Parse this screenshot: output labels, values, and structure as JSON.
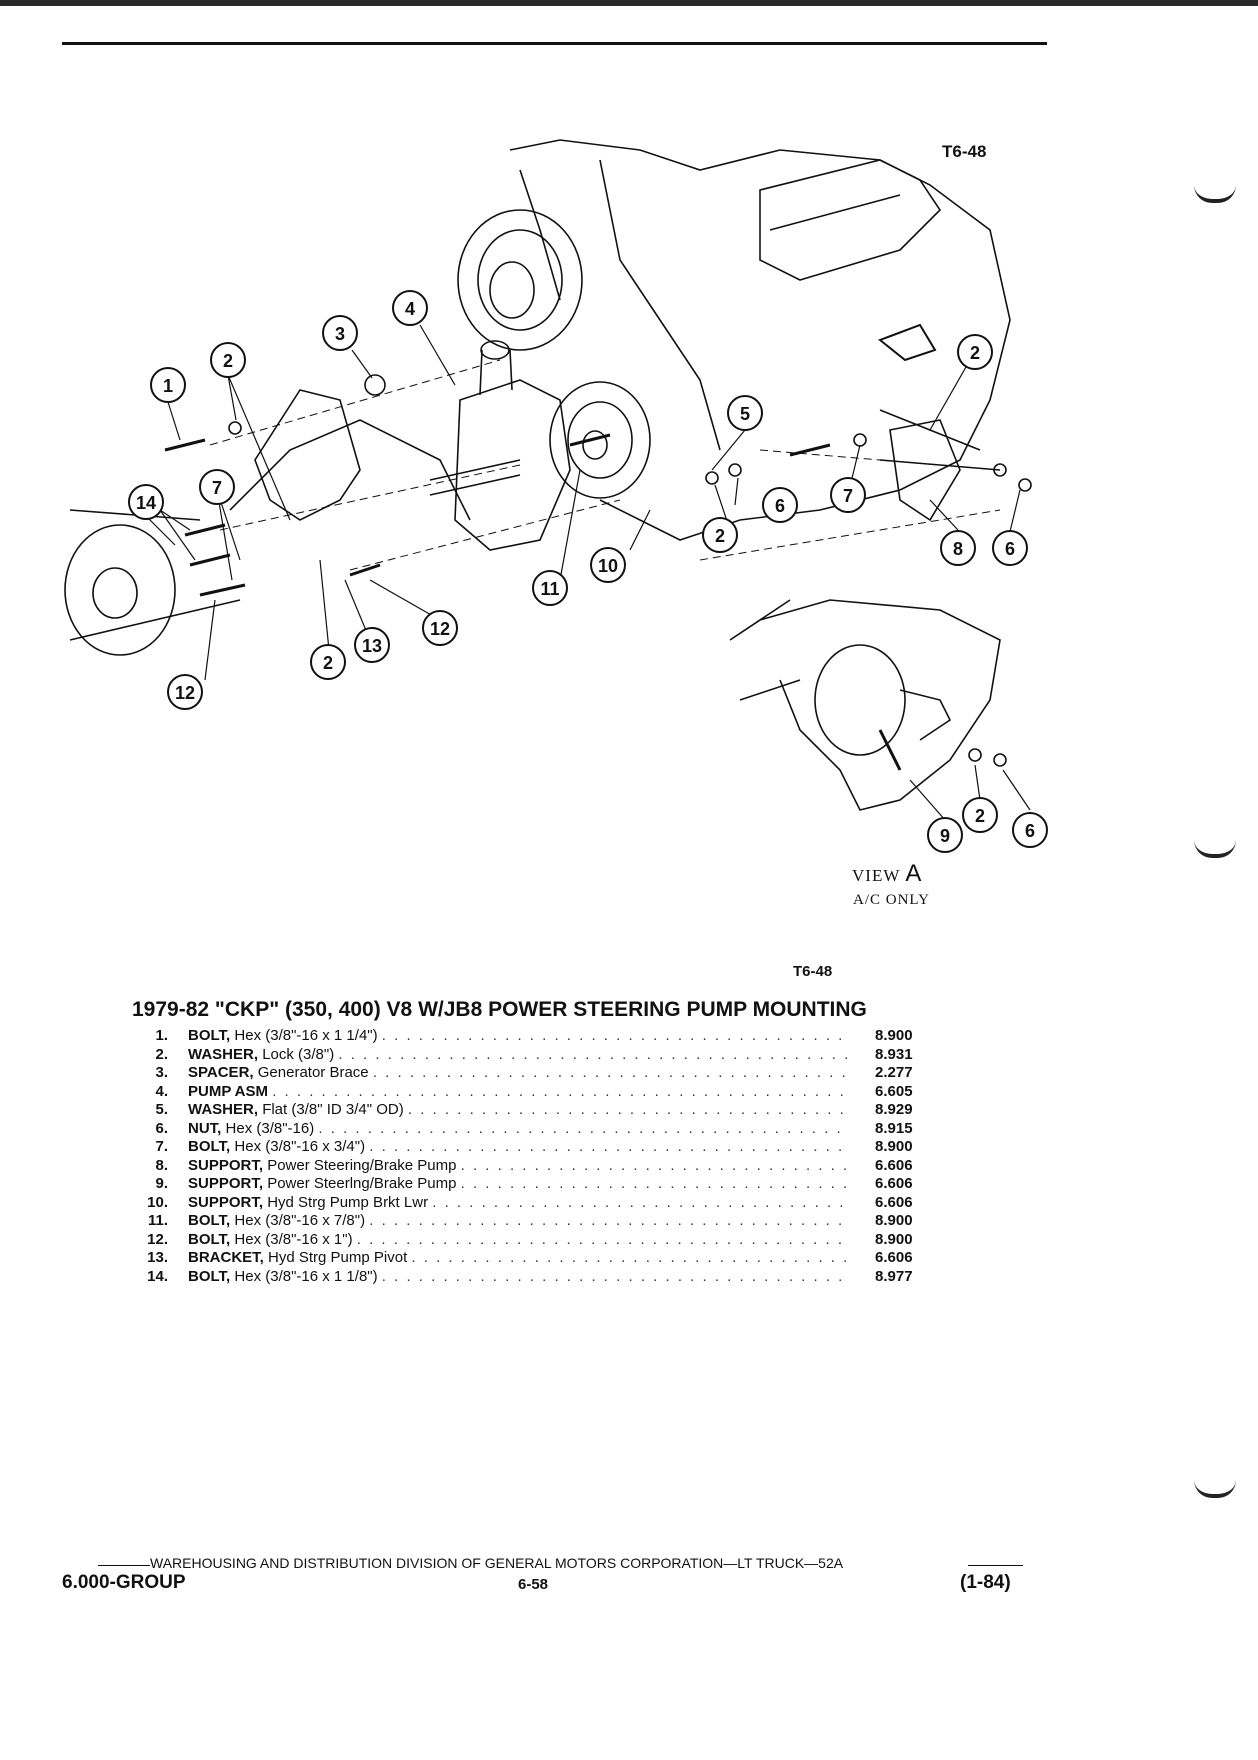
{
  "figure": {
    "code_top": "T6-48",
    "code_bottom": "T6-48",
    "view_label": "VIEW",
    "view_letter": "A",
    "view_caption": "A/C ONLY",
    "callout_labels": [
      "1",
      "2",
      "3",
      "4",
      "5",
      "6",
      "7",
      "8",
      "9",
      "10",
      "11",
      "12",
      "13",
      "14"
    ]
  },
  "parts_list": {
    "title": "1979-82 \"CKP\" (350, 400) V8 W/JB8 POWER STEERING PUMP MOUNTING",
    "items": [
      {
        "num": "1.",
        "name": "BOLT,",
        "detail": "Hex (3/8\"-16 x 1 1/4\")",
        "code": "8.900"
      },
      {
        "num": "2.",
        "name": "WASHER,",
        "detail": "Lock (3/8\")",
        "code": "8.931"
      },
      {
        "num": "3.",
        "name": "SPACER,",
        "detail": "Generator Brace",
        "code": "2.277"
      },
      {
        "num": "4.",
        "name": "PUMP ASM",
        "detail": "",
        "code": "6.605"
      },
      {
        "num": "5.",
        "name": "WASHER,",
        "detail": "Flat (3/8\" ID 3/4\" OD)",
        "code": "8.929"
      },
      {
        "num": "6.",
        "name": "NUT,",
        "detail": "Hex (3/8\"-16)",
        "code": "8.915"
      },
      {
        "num": "7.",
        "name": "BOLT,",
        "detail": "Hex (3/8\"-16 x 3/4\")",
        "code": "8.900"
      },
      {
        "num": "8.",
        "name": "SUPPORT,",
        "detail": "Power Steering/Brake Pump",
        "code": "6.606"
      },
      {
        "num": "9.",
        "name": "SUPPORT,",
        "detail": "Power Steerlng/Brake Pump",
        "code": "6.606"
      },
      {
        "num": "10.",
        "name": "SUPPORT,",
        "detail": "Hyd Strg Pump Brkt Lwr",
        "code": "6.606"
      },
      {
        "num": "11.",
        "name": "BOLT,",
        "detail": "Hex (3/8\"-16 x 7/8\")",
        "code": "8.900"
      },
      {
        "num": "12.",
        "name": "BOLT,",
        "detail": "Hex (3/8\"-16 x 1\")",
        "code": "8.900"
      },
      {
        "num": "13.",
        "name": "BRACKET,",
        "detail": "Hyd Strg Pump Pivot",
        "code": "6.606"
      },
      {
        "num": "14.",
        "name": "BOLT,",
        "detail": "Hex (3/8\"-16 x 1 1/8\")",
        "code": "8.977"
      }
    ]
  },
  "footer": {
    "division_line": "WAREHOUSING AND DISTRIBUTION DIVISION OF GENERAL MOTORS CORPORATION—LT TRUCK—52A",
    "group": "6.000-GROUP",
    "page": "6-58",
    "date": "(1-84)"
  }
}
